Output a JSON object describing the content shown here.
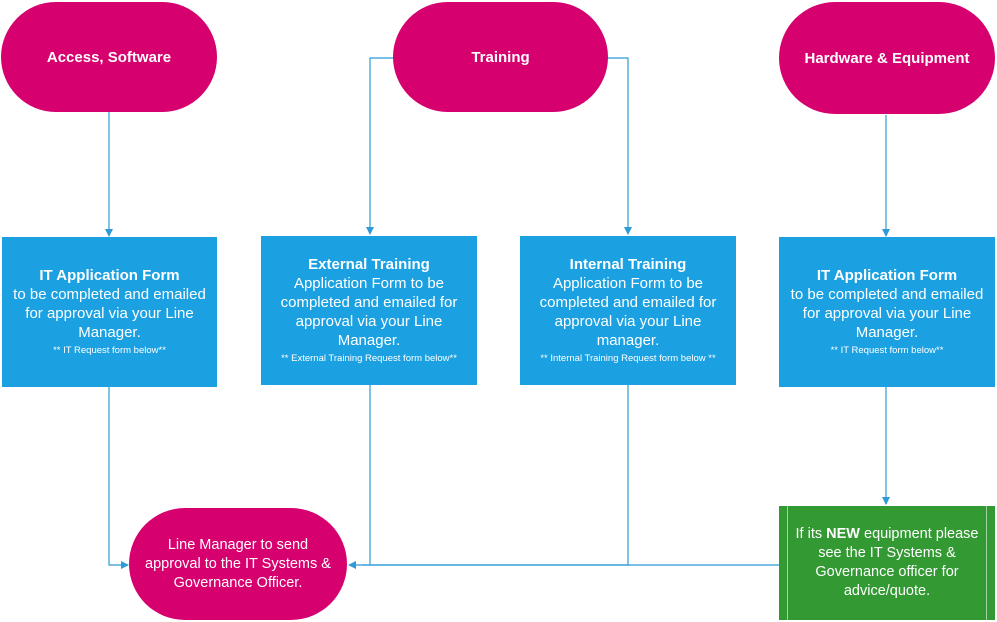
{
  "colors": {
    "magenta": "#d6006f",
    "blue": "#1ba1e2",
    "green": "#339933",
    "connector": "#2e9bd6"
  },
  "categories": {
    "access": "Access, Software",
    "training": "Training",
    "hardware": "Hardware & Equipment"
  },
  "boxes": {
    "it_form_1": {
      "title": "IT Application Form",
      "body": "to be completed and emailed for approval via your Line Manager.",
      "note": "** IT Request form below**"
    },
    "external_training": {
      "title": "External Training",
      "body": "Application Form to be completed and emailed for approval via your Line Manager.",
      "note": "** External Training Request form below**"
    },
    "internal_training": {
      "title": "Internal Training",
      "body": "Application Form to be completed and emailed for approval via your Line manager.",
      "note": "** Internal Training Request form below **"
    },
    "it_form_2": {
      "title": "IT Application Form",
      "body": "to be completed and emailed for approval via your Line Manager.",
      "note": "** IT Request form below**"
    }
  },
  "line_manager": {
    "text": "Line Manager to send approval to the IT Systems & Governance Officer."
  },
  "new_equipment": {
    "prefix": "If its ",
    "emphasis": "NEW",
    "suffix": " equipment please see the IT Systems & Governance officer for advice/quote."
  }
}
